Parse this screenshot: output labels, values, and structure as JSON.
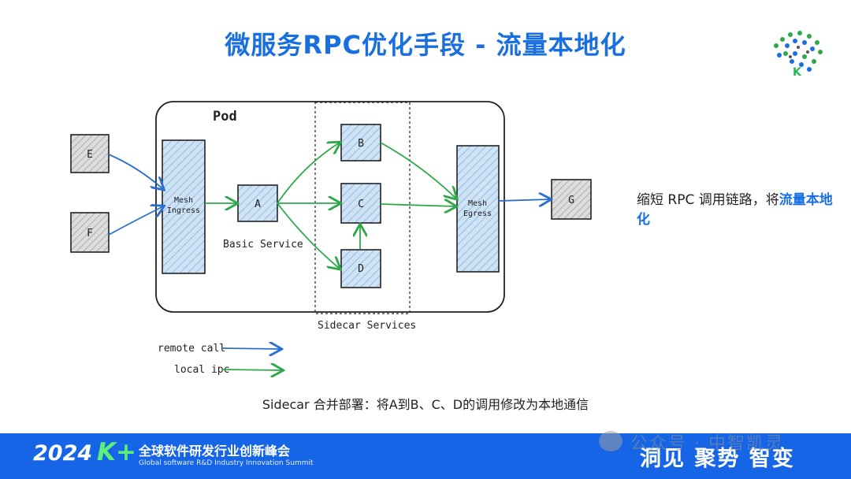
{
  "title": "微服务RPC优化手段 -  流量本地化",
  "diagram": {
    "pod_label": "Pod",
    "sidecar_label": "Sidecar Services",
    "nodes": {
      "e": "E",
      "f": "F",
      "a": "A",
      "b": "B",
      "c": "C",
      "d": "D",
      "g": "G",
      "mesh_ingress_1": "Mesh",
      "mesh_ingress_2": "Ingress",
      "mesh_egress_1": "Mesh",
      "mesh_egress_2": "Egress"
    },
    "basic_service_label": "Basic Service",
    "legend": {
      "remote": "remote call",
      "local": "local ipc",
      "remote_color": "#2a6fcf",
      "local_color": "#2fa84a"
    }
  },
  "side_note": {
    "text": "缩短 RPC 调用链路，将",
    "highlight": "流量本地化"
  },
  "caption": "Sidecar 合并部署：将A到B、C、D的调用修改为本地通信",
  "footer": {
    "year": "2024",
    "kplus": "K+",
    "summit_cn": "全球软件研发行业创新峰会",
    "summit_en": "Global software R&D Industry Innovation Summit",
    "slogan": "洞见 聚势 智变",
    "logo_letter": "K"
  },
  "watermark": "公众号 · 中智凯灵"
}
